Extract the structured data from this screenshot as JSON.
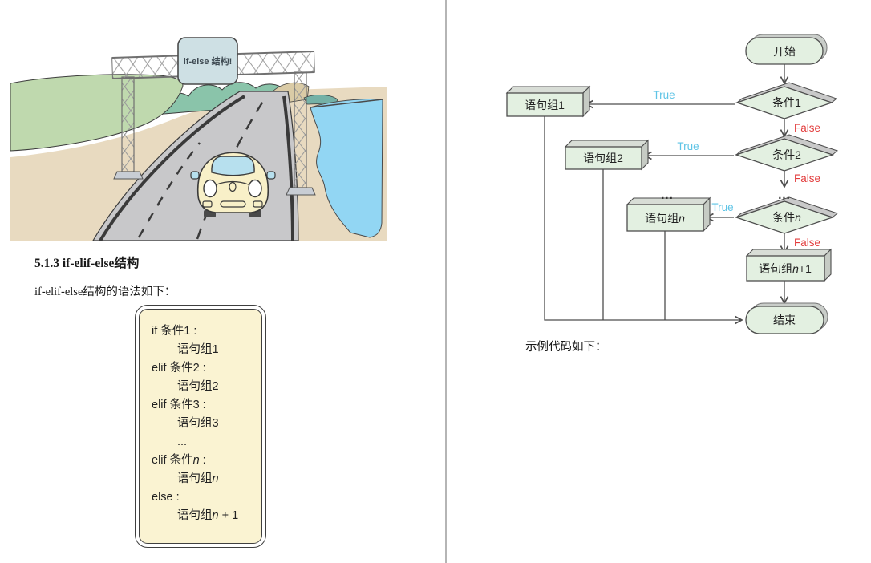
{
  "left": {
    "illustration": {
      "sign_text": "if-else 结构!"
    },
    "heading": "5.1.3 if-elif-else结构",
    "intro": "if-elif-else结构的语法如下：",
    "code_box": {
      "lines": [
        {
          "pre": "if 条件1 :",
          "it": "",
          "post": ""
        },
        {
          "pre": "语句组1",
          "it": "",
          "post": ""
        },
        {
          "pre": "elif 条件2 :",
          "it": "",
          "post": ""
        },
        {
          "pre": "语句组2",
          "it": "",
          "post": ""
        },
        {
          "pre": "elif 条件3 :",
          "it": "",
          "post": ""
        },
        {
          "pre": "语句组3",
          "it": "",
          "post": ""
        },
        {
          "pre": "...",
          "it": "",
          "post": ""
        },
        {
          "pre": "elif 条件",
          "it": "n",
          "post": " :"
        },
        {
          "pre": "语句组",
          "it": "n",
          "post": ""
        },
        {
          "pre": "else :",
          "it": "",
          "post": ""
        },
        {
          "pre": "语句组",
          "it": "n",
          "post": " + 1"
        }
      ]
    }
  },
  "right": {
    "flowchart": {
      "nodes": {
        "start": "开始",
        "cond1": "条件1",
        "cond2": "条件2",
        "condn": {
          "pre": "条件",
          "it": "n"
        },
        "stmt1": "语句组1",
        "stmt2": "语句组2",
        "stmtn": {
          "pre": "语句组",
          "it": "n"
        },
        "stmtn1": {
          "pre": "语句组",
          "it": "n",
          "post": "+1"
        },
        "end": "结束"
      },
      "labels": {
        "true1": "True",
        "true2": "True",
        "true3": "True",
        "false1": "False",
        "false2": "False",
        "false3": "False",
        "dots_left": "...",
        "dots_right": "..."
      },
      "colors": {
        "true_label": "#5FC4E6",
        "false_label": "#E23B3B",
        "node_fill": "#E3F0E1",
        "node_stroke": "#4d4d4d",
        "shadow_gray": "#C9CDC9"
      }
    },
    "caption": "示例代码如下："
  },
  "palette": {
    "code_box_bg": "#FAF3D2",
    "water_blue": "#92D6F3",
    "road_gray": "#C8C8CA",
    "field_green": "#BFD9AE",
    "mountain_teal": "#8AC4AA",
    "ground_tan": "#E8DAC0",
    "sign_blue": "#CEE0E4",
    "car_yellow": "#F8F0C8"
  }
}
